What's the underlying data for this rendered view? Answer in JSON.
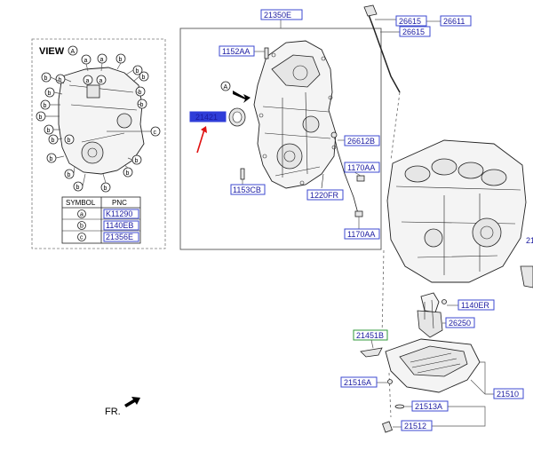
{
  "view": {
    "title": "VIEW",
    "letter": "A"
  },
  "symbol_table": {
    "headers": [
      "SYMBOL",
      "PNC"
    ],
    "rows": [
      {
        "symbol": "a",
        "pnc": "K11290"
      },
      {
        "symbol": "b",
        "pnc": "1140EB"
      },
      {
        "symbol": "c",
        "pnc": "21356E"
      }
    ]
  },
  "labels": {
    "l21350E": "21350E",
    "l1152AA": "1152AA",
    "l21421": "21421",
    "l1153CB": "1153CB",
    "l1220FR": "1220FR",
    "l1170AA_1": "1170AA",
    "l1170AA_2": "1170AA",
    "l26612B": "26612B",
    "l26615_1": "26615",
    "l26615_2": "26615",
    "l26611": "26611",
    "l1140ER": "1140ER",
    "l26250": "26250",
    "l21451B": "21451B",
    "l21516A": "21516A",
    "l21513A": "21513A",
    "l21510": "21510",
    "l21512": "21512",
    "l21_edge": "21"
  },
  "callouts": {
    "a": "a",
    "b": "b",
    "c": "c",
    "A": "A"
  },
  "fr": "FR."
}
